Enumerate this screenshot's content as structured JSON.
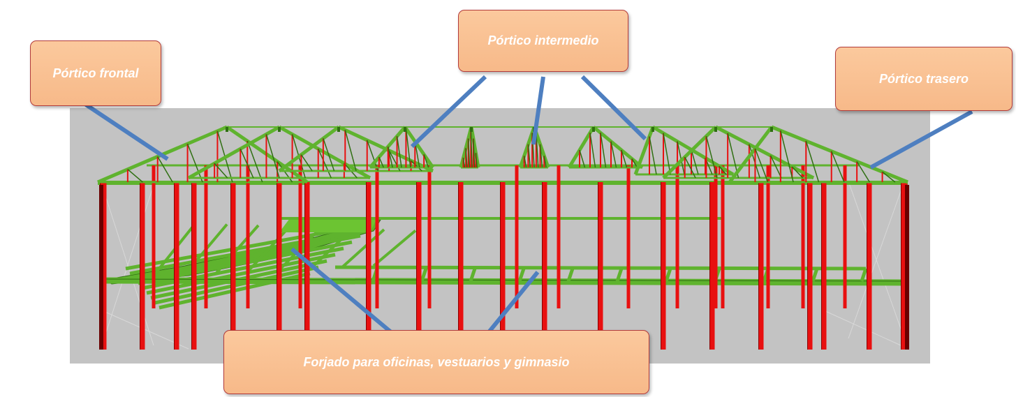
{
  "callouts": {
    "frontal": "Pórtico frontal",
    "intermedio": "Pórtico intermedio",
    "trasero": "Pórtico trasero",
    "forjado": "Forjado para oficinas, vestuarios y gimnasio"
  },
  "colors": {
    "background": "#ffffff",
    "viewport": "#c3c3c3",
    "beam_green": "#5fb32e",
    "beam_green_dark": "#2f6f12",
    "column_red": "#e81010",
    "column_red_dark": "#8a0000",
    "callout_fill": "#f9c194",
    "callout_border": "#b23a3a",
    "pointer_line": "#4e7fc0",
    "callout_text": "#ffffff"
  },
  "icons": {
    "structure": "3d-steel-frame-model"
  }
}
